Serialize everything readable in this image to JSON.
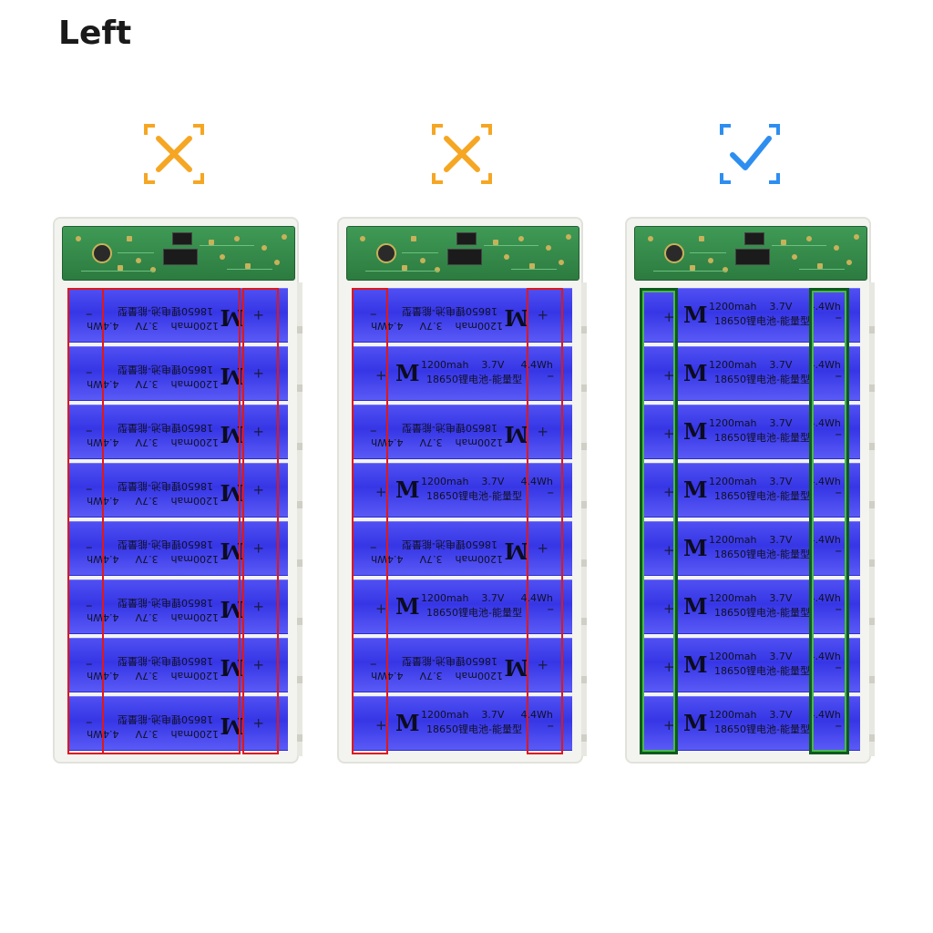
{
  "title": "Left",
  "colors": {
    "wrong": "#f5a623",
    "correct": "#2e8ef0"
  },
  "battery": {
    "capacity": "1200mah",
    "voltage": "3.7V",
    "energy": "4.4Wh",
    "model": "18650锂电池-能量型",
    "brand": "M",
    "plus": "+",
    "minus": "–"
  },
  "panels": [
    {
      "status": "wrong",
      "icon": "cross-icon",
      "orientation": [
        "flip",
        "flip",
        "flip",
        "flip",
        "flip",
        "flip",
        "flip",
        "flip"
      ]
    },
    {
      "status": "wrong",
      "icon": "cross-icon",
      "orientation": [
        "flip",
        "normal",
        "flip",
        "normal",
        "flip",
        "normal",
        "flip",
        "normal"
      ]
    },
    {
      "status": "correct",
      "icon": "check-icon",
      "orientation": [
        "normal",
        "normal",
        "normal",
        "normal",
        "normal",
        "normal",
        "normal",
        "normal"
      ]
    }
  ]
}
